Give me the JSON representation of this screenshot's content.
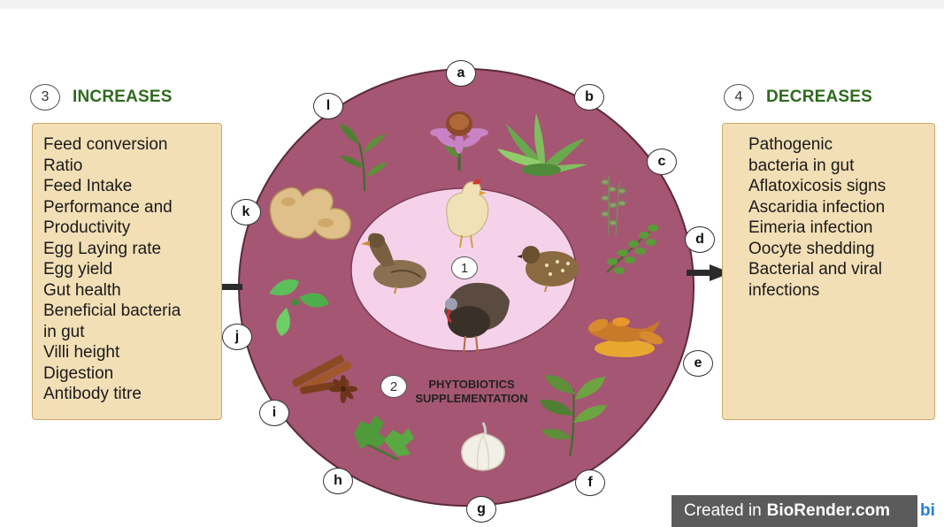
{
  "increases": {
    "number": "3",
    "title": "INCREASES",
    "items": [
      "Feed conversion",
      "Ratio",
      "Feed Intake",
      "Performance and",
      "Productivity",
      "Egg Laying rate",
      "Egg yield",
      "Gut health",
      "Beneficial bacteria",
      "in gut",
      "Villi height",
      "Digestion",
      "Antibody titre"
    ]
  },
  "decreases": {
    "number": "4",
    "title": "DECREASES",
    "items": [
      "Pathogenic",
      "bacteria in gut",
      "Aflatoxicosis signs",
      "Ascaridia infection",
      "Eimeria infection",
      "Oocyte shedding",
      "Bacterial and viral",
      "infections"
    ]
  },
  "center": {
    "number": "1"
  },
  "supplementation": {
    "number": "2",
    "line1": "PHYTOBIOTICS",
    "line2": "SUPPLEMENTATION"
  },
  "letters": {
    "a": "a",
    "b": "b",
    "c": "c",
    "d": "d",
    "e": "e",
    "f": "f",
    "g": "g",
    "h": "h",
    "i": "i",
    "j": "j",
    "k": "k",
    "l": "l"
  },
  "footer": {
    "prefix": "Created in",
    "brand": "BioRender.com",
    "tail": "bi"
  },
  "colors": {
    "ring": "#a55672",
    "inner": "#f6d2ea",
    "heading": "#2e6b1e",
    "box": "#f3dfb6"
  }
}
